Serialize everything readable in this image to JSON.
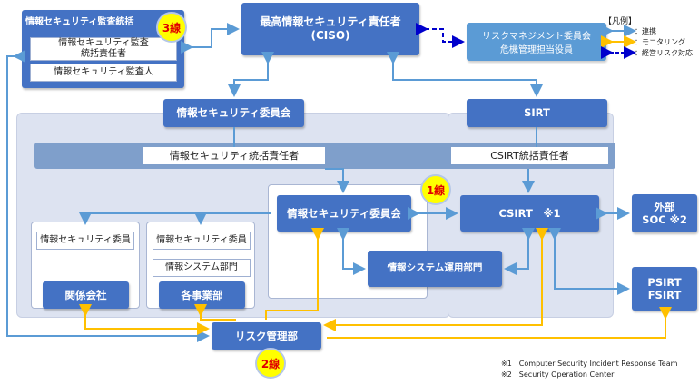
{
  "nodes": {
    "audit_group_title": "情報セキュリティ監査統括",
    "audit_lead": "情報セキュリティ監査\n統括責任者",
    "auditor": "情報セキュリティ監査人",
    "ciso": "最高情報セキュリティ責任者\n(CISO)",
    "risk_committee_1": "リスクマネジメント委員会",
    "risk_committee_2": "危機管理担当役員",
    "infosec_committee_top": "情報セキュリティ委員会",
    "sirt": "SIRT",
    "infosec_general_lead": "情報セキュリティ統括責任者",
    "csirt_general_lead": "CSIRT統括責任者",
    "infosec_committee_mid": "情報セキュリティ委員会",
    "csirt": "CSIRT　※1",
    "external_soc": "外部\nSOC ※2",
    "affiliate_member": "情報セキュリティ委員",
    "affiliate": "関係会社",
    "division_member": "情報セキュリティ委員",
    "division_it": "情報システム部門",
    "division": "各事業部",
    "it_ops": "情報システム運用部門",
    "psirt": "PSIRT\nFSIRT",
    "risk_mgmt": "リスク管理部"
  },
  "badges": {
    "line1": "1線",
    "line2": "2線",
    "line3": "3線"
  },
  "legend": {
    "title": "【凡例】",
    "link": "：連携",
    "monitor": "：モニタリング",
    "mgmt": "：経営リスク対応"
  },
  "notes": {
    "n1": "※1　Computer Security Incident Response Team",
    "n2": "※2　Security Operation Center"
  },
  "colors": {
    "link": "#5b9bd5",
    "monitor": "#ffc000",
    "mgmt": "#0000cc",
    "box": "#4472c4",
    "panel": "#dde3f1",
    "badge": "#ffff00",
    "badge_text": "#e00000"
  }
}
